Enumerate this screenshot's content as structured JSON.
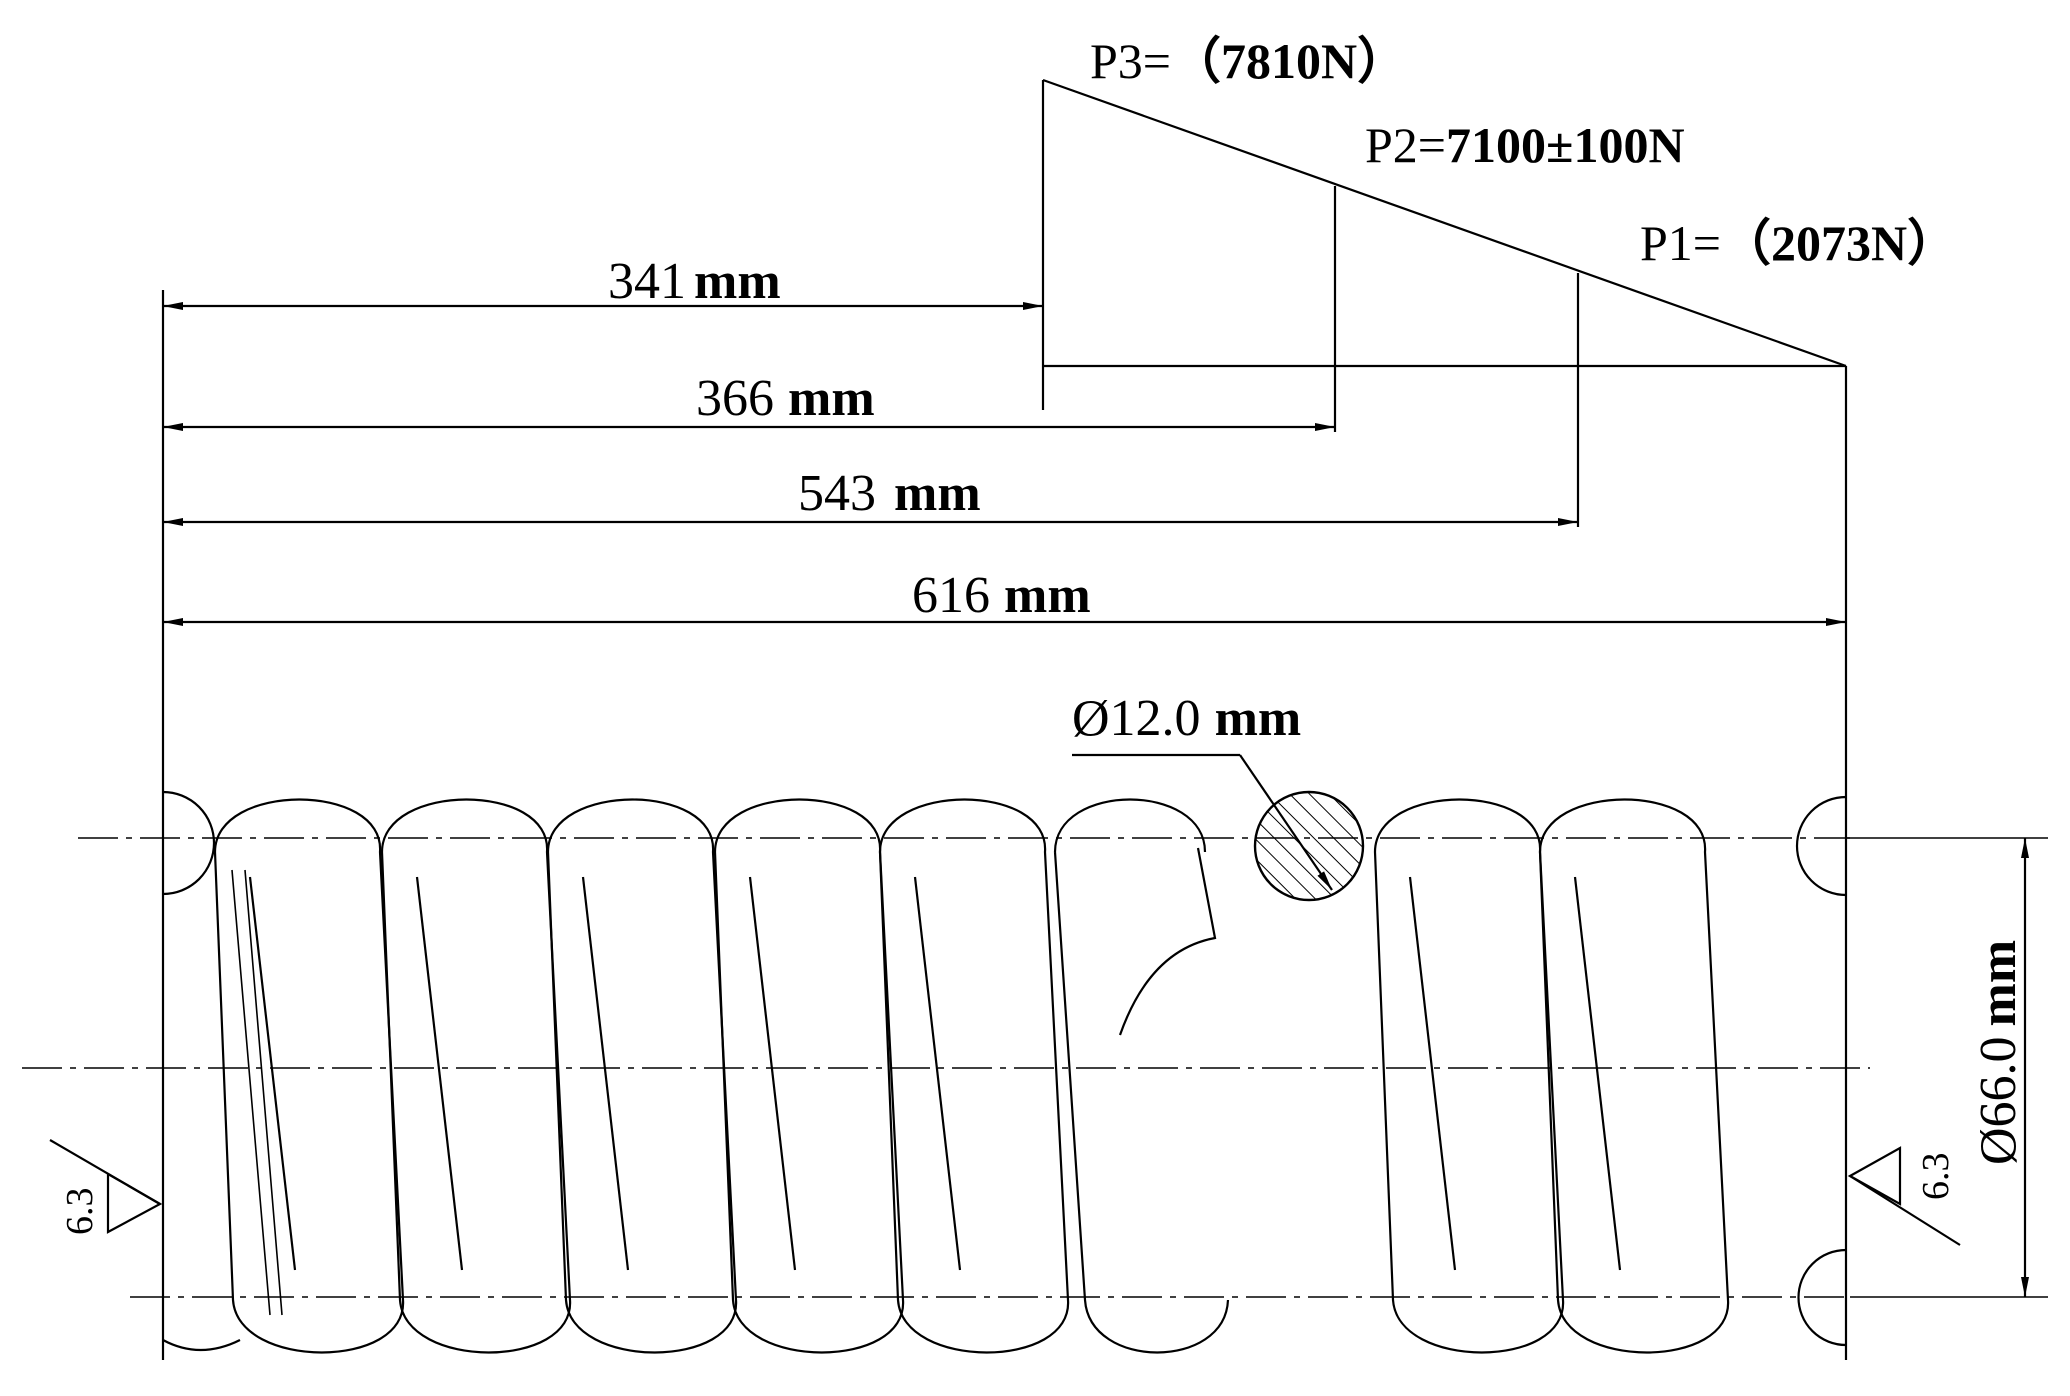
{
  "load_diagram": {
    "p3": {
      "label": "P3=",
      "value": "（7810N）"
    },
    "p2": {
      "label": "P2=",
      "value": "7100±100N"
    },
    "p1": {
      "label": "P1=",
      "value": "（2073N）"
    }
  },
  "dimensions": {
    "d341": {
      "value": "341",
      "unit": "mm"
    },
    "d366": {
      "value": "366",
      "unit": "mm"
    },
    "d543": {
      "value": "543",
      "unit": "mm"
    },
    "d616": {
      "value": "616",
      "unit": "mm"
    },
    "wire_diameter": {
      "value": "Ø12.0",
      "unit": "mm"
    },
    "outer_diameter": {
      "value": "Ø66.0",
      "unit": "mm"
    }
  },
  "surface_finish": {
    "left": "6.3",
    "right": "6.3"
  }
}
